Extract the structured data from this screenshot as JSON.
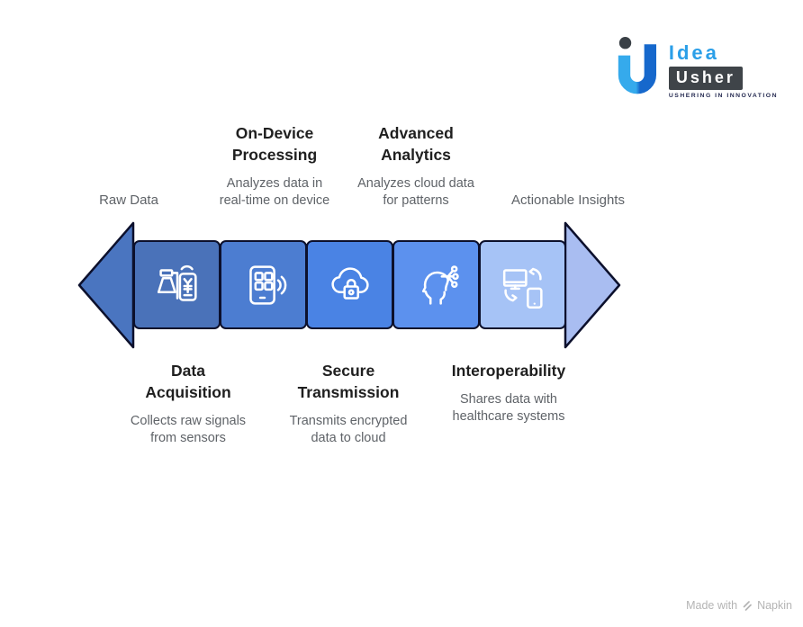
{
  "colors": {
    "box_1": "#4a72b9",
    "box_2": "#4c7dd1",
    "box_3": "#4a83e4",
    "box_4": "#5c91ee",
    "box_5": "#a6c3f6",
    "arrow_left": "#4a75c0",
    "arrow_right": "#a9bdf1",
    "outline": "#0c102c",
    "title_text": "#1f1f1f",
    "muted_text": "#5f6368",
    "logo_blue": "#2b9fe8",
    "logo_dark": "#3f4449",
    "footer_text": "#b4b4b4"
  },
  "logo": {
    "word_idea": "Idea",
    "word_usher": "Usher",
    "tagline": "USHERING IN INNOVATION"
  },
  "diagram": {
    "endpoint_left": "Raw Data",
    "endpoint_right": "Actionable Insights",
    "top_steps": [
      {
        "title": "On-Device\nProcessing",
        "desc": "Analyzes data in\nreal-time on device"
      },
      {
        "title": "Advanced\nAnalytics",
        "desc": "Analyzes cloud data\nfor patterns"
      }
    ],
    "bottom_steps": [
      {
        "title": "Data\nAcquisition",
        "desc": "Collects raw signals\nfrom sensors"
      },
      {
        "title": "Secure\nTransmission",
        "desc": "Transmits encrypted\ndata to cloud"
      },
      {
        "title": "Interoperability",
        "desc": "Shares data with\nhealthcare systems"
      }
    ],
    "icons": [
      "sensor-device-icon",
      "smartphone-apps-icon",
      "cloud-lock-icon",
      "ai-head-icon",
      "device-sync-icon"
    ]
  },
  "footer": {
    "made_with": "Made with",
    "brand": "Napkin"
  }
}
